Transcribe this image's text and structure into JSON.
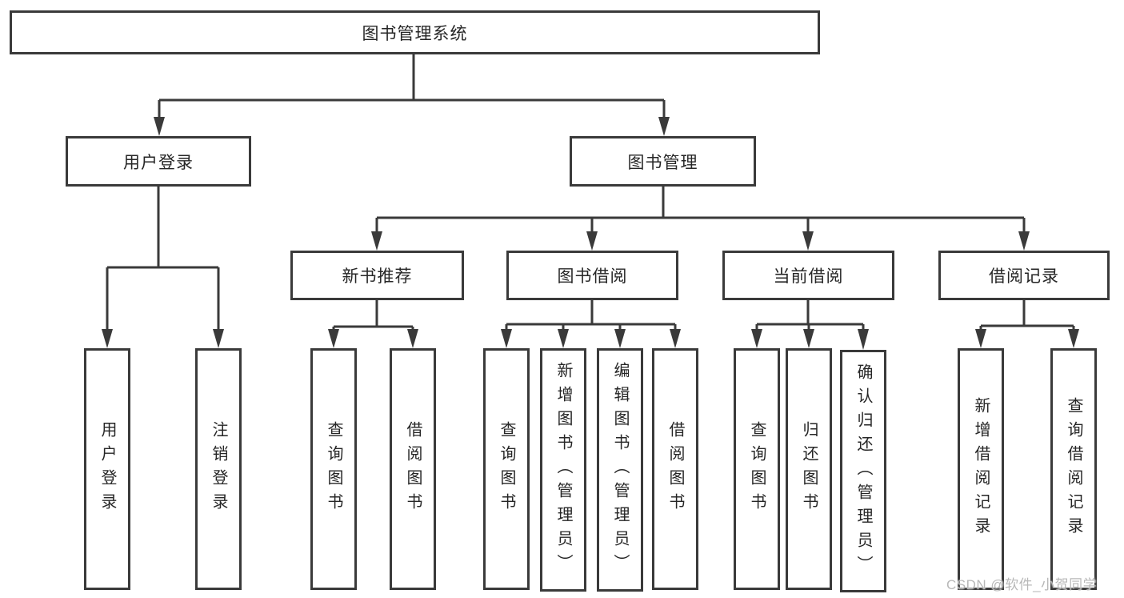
{
  "diagram": {
    "root": {
      "label": "图书管理系统"
    },
    "branches": [
      {
        "label": "用户登录",
        "children": [
          {
            "label": "用户登录"
          },
          {
            "label": "注销登录"
          }
        ]
      },
      {
        "label": "图书管理",
        "sections": [
          {
            "label": "新书推荐",
            "children": [
              {
                "label": "查询图书"
              },
              {
                "label": "借阅图书"
              }
            ]
          },
          {
            "label": "图书借阅",
            "children": [
              {
                "label": "查询图书"
              },
              {
                "label": "新增图书（管理员）"
              },
              {
                "label": "编辑图书（管理员）"
              },
              {
                "label": "借阅图书"
              }
            ]
          },
          {
            "label": "当前借阅",
            "children": [
              {
                "label": "查询图书"
              },
              {
                "label": "归还图书"
              },
              {
                "label": "确认归还（管理员）"
              }
            ]
          },
          {
            "label": "借阅记录",
            "children": [
              {
                "label": "新增借阅记录"
              },
              {
                "label": "查询借阅记录"
              }
            ]
          }
        ]
      }
    ]
  },
  "watermark": {
    "text": "CSDN @软件_小贺同学"
  },
  "colors": {
    "line": "#3a3a3a",
    "border": "#3a3a3a",
    "text": "#262626",
    "watermark": "#b8b8b8",
    "background": "#ffffff"
  }
}
